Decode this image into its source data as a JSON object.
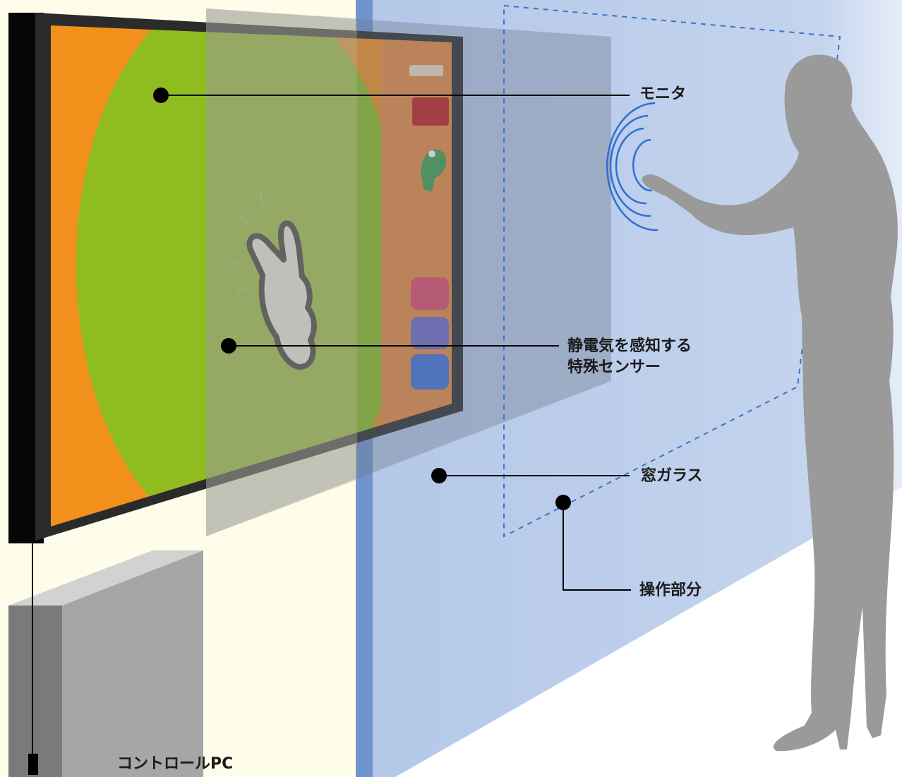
{
  "labels": {
    "monitor": "モニタ",
    "sensor_line1": "静電気を感知する",
    "sensor_line2": "特殊センサー",
    "window_glass": "窓ガラス",
    "operation_area": "操作部分",
    "control_pc": "コントロールPC"
  },
  "screen_buttons": [
    "",
    "",
    ""
  ],
  "colors": {
    "background": "#fefde9",
    "glass": "#b9cbea",
    "glass_edge": "#7c9fd2",
    "monitor_frame": "#2a2a2a",
    "orange": "#f2901c",
    "green": "#8fbd20",
    "sensor_panel": "#6f7a8c",
    "silhouette": "#9a9a9a",
    "ripple": "#2f6fd0",
    "pc_box": "#a6a6a6"
  },
  "icons": [
    "pointing-hand-icon",
    "frog-character-icon",
    "touch-ripple-icon"
  ]
}
